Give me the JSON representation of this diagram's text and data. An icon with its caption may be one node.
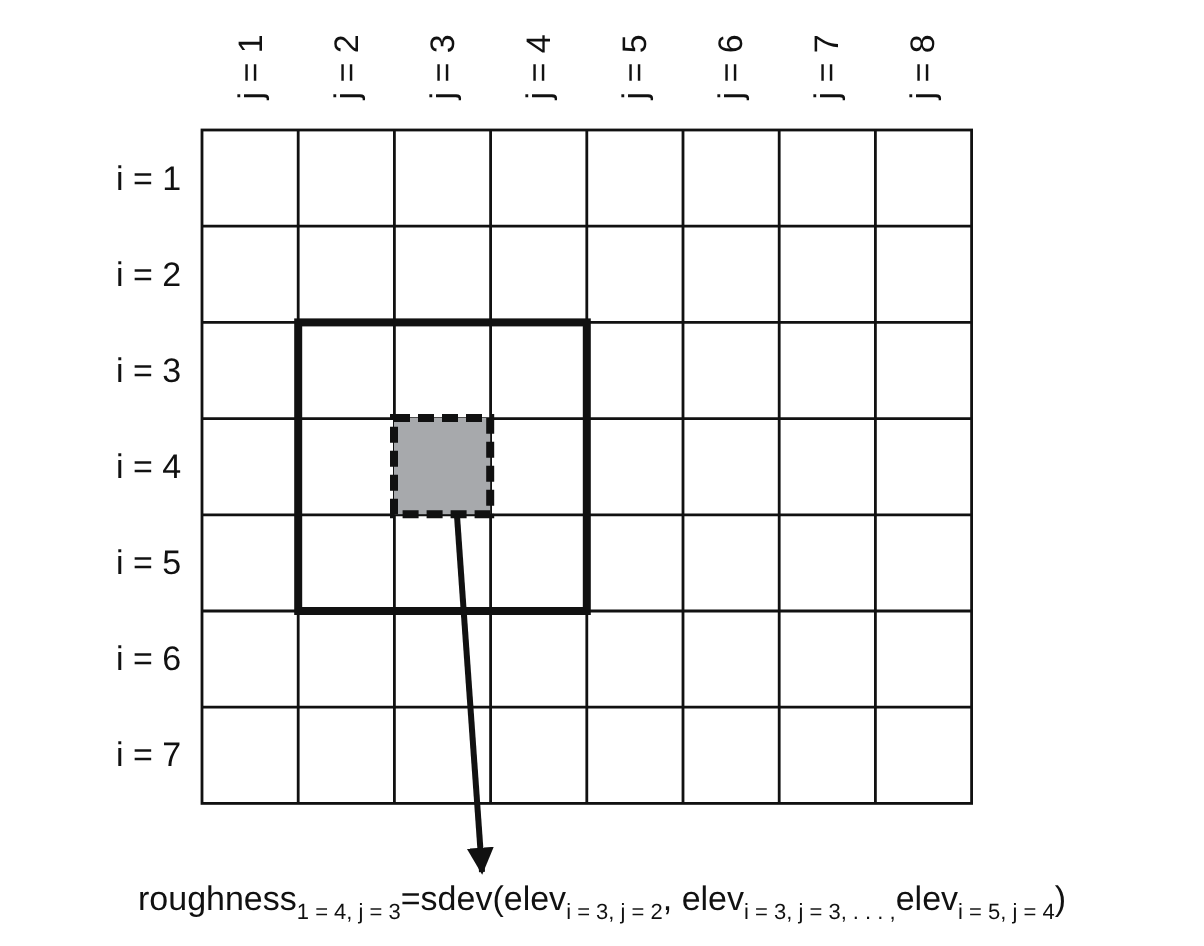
{
  "diagram": {
    "nodes": [
      {
        "text": [],
        "shape": "box"
      },
      {
        "text": [
          "roughness$_{1 = 4, j = 3}$=sdev(elev$_{i = 3, j = 2}$, elev$_{i = 3, j = 3, . . . ,}$elev$_{i = 5, j = 4}$)"
        ]
      }
    ],
    "edges": [
      {
        "from": 0,
        "to": 1,
        "arrow": "to"
      }
    ],
    "labels": [
      "j = 1",
      "j = 2",
      "j = 3",
      "j = 4",
      "j = 5",
      "j = 6",
      "j = 7",
      "j = 8",
      "i = 1",
      "i = 2",
      "i = 3",
      "i = 4",
      "i = 5",
      "i = 6",
      "i = 7"
    ]
  }
}
